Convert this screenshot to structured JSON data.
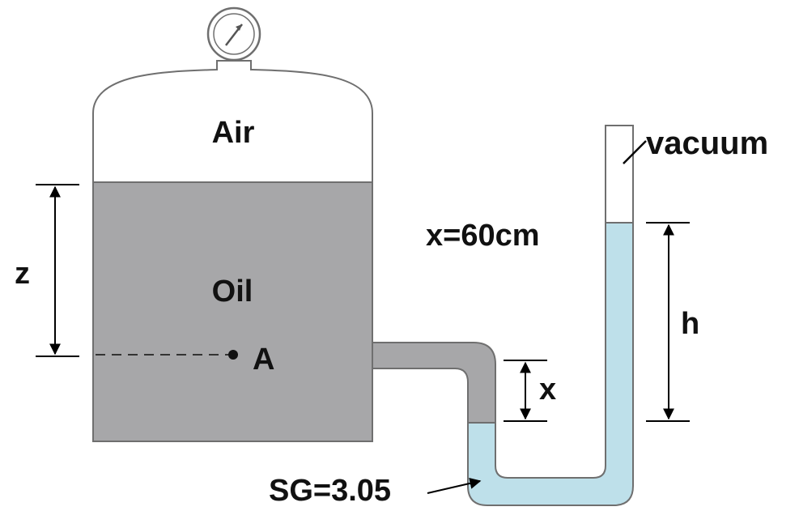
{
  "labels": {
    "air": "Air",
    "oil": "Oil",
    "point": "A",
    "z": "z",
    "x_dim": "x",
    "h": "h",
    "vacuum": "vacuum",
    "x_value": "x=60cm",
    "sg": "SG=3.05"
  },
  "colors": {
    "oil_fill": "#a7a7a9",
    "fluid_fill": "#bee0ea",
    "outline": "#6f6f6f",
    "line": "#000000",
    "background": "#ffffff"
  },
  "icons": {
    "gauge": "pressure-gauge-icon",
    "point": "point-marker-icon"
  }
}
